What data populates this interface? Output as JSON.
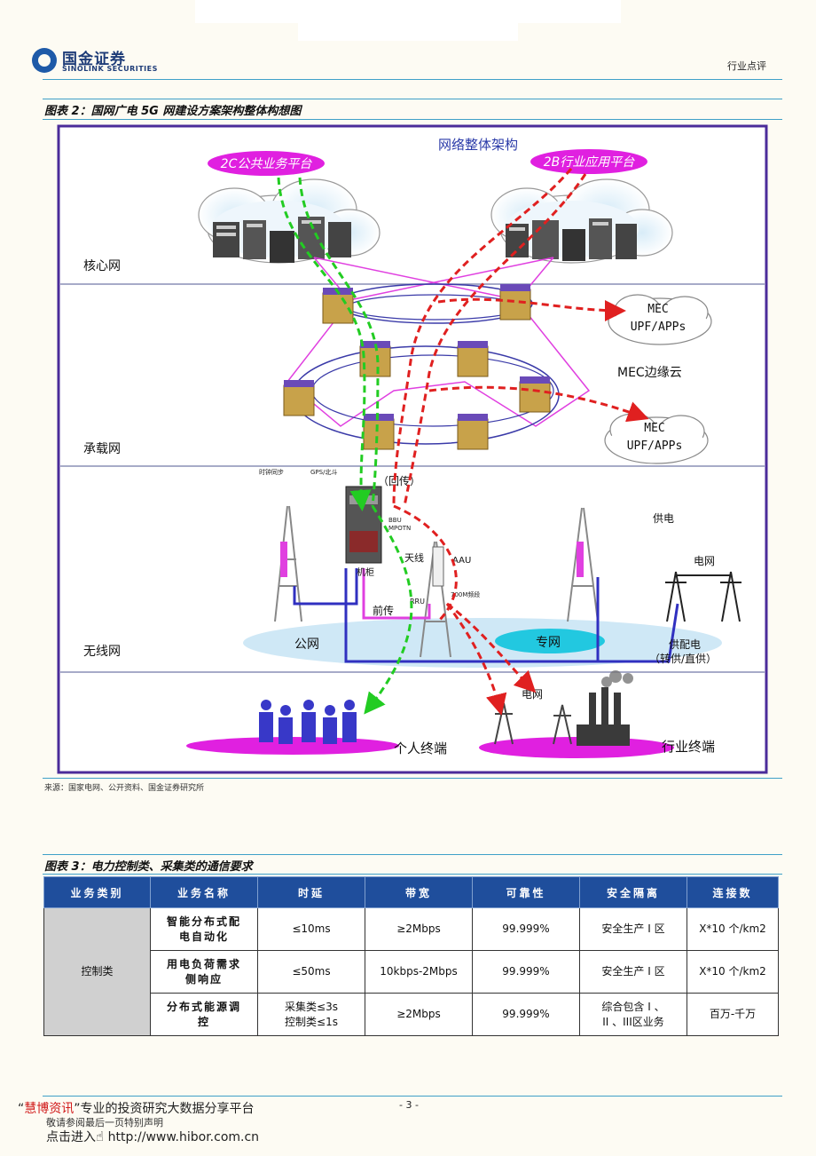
{
  "header": {
    "logo_cn": "国金证券",
    "logo_en": "SINOLINK SECURITIES",
    "section": "行业点评"
  },
  "figure2": {
    "title": "图表 2：国网广电 5G 网建设方案架构整体构想图",
    "source": "来源：国家电网、公开资料、国金证券研究所",
    "diagram": {
      "heading": "网络整体架构",
      "platform_2c": "2C公共业务平台",
      "platform_2b": "2B行业应用平台",
      "layer_core": "核心网",
      "layer_bearer": "承载网",
      "layer_wireless": "无线网",
      "mec_top_1": "MEC",
      "mec_top_2": "UPF/APPs",
      "mec_edge": "MEC边缘云",
      "mec_bottom_1": "MEC",
      "mec_bottom_2": "UPF/APPs",
      "clock_sync": "时钟同步",
      "gps": "GPS/北斗",
      "backhaul": "（回传）",
      "bbu": "BBU",
      "mpotn": "MPOTN",
      "cabinet": "机柜",
      "antenna": "天线",
      "aau": "AAU",
      "rru": "RRU",
      "band_700m": "700M频段",
      "power_supply": "供电",
      "grid_top": "电网",
      "fronthaul": "前传",
      "public_net": "公网",
      "private_net": "专网",
      "power_dist_1": "供配电",
      "power_dist_2": "（转供/直供）",
      "grid_bottom": "电网",
      "personal_terminal": "个人终端",
      "industry_terminal": "行业终端"
    }
  },
  "figure3": {
    "title": "图表 3：电力控制类、采集类的通信要求",
    "headers": [
      "业务类别",
      "业务名称",
      "时延",
      "带宽",
      "可靠性",
      "安全隔离",
      "连接数"
    ],
    "category": "控制类",
    "rows": [
      {
        "name_1": "智能分布式配",
        "name_2": "电自动化",
        "latency_1": "≤10ms",
        "latency_2": "",
        "bandwidth": "≥2Mbps",
        "reliability": "99.999%",
        "isolation_1": "安全生产 I 区",
        "isolation_2": "",
        "connections": "X*10 个/km2"
      },
      {
        "name_1": "用电负荷需求",
        "name_2": "侧响应",
        "latency_1": "≤50ms",
        "latency_2": "",
        "bandwidth": "10kbps-2Mbps",
        "reliability": "99.999%",
        "isolation_1": "安全生产 I 区",
        "isolation_2": "",
        "connections": "X*10 个/km2"
      },
      {
        "name_1": "分布式能源调",
        "name_2": "控",
        "latency_1": "采集类≤3s",
        "latency_2": "控制类≤1s",
        "bandwidth": "≥2Mbps",
        "reliability": "99.999%",
        "isolation_1": "综合包含 I 、",
        "isolation_2": "II 、III区业务",
        "connections": "百万-千万"
      }
    ]
  },
  "footer": {
    "quote_open": "“",
    "brand": "慧博资讯",
    "quote_rest": "”专业的投资研究大数据分享平台",
    "page": "- 3 -",
    "disclaimer": "敬请参阅最后一页特别声明",
    "enter": "点击进入",
    "url": "http://www.hibor.com.cn"
  }
}
